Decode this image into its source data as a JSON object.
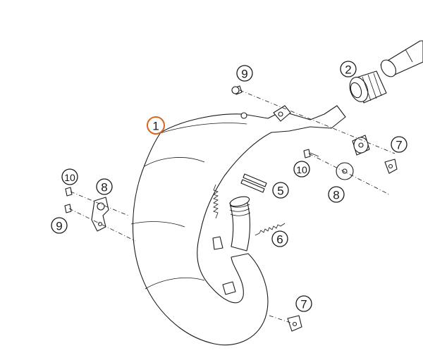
{
  "colors": {
    "highlight": "#d9651f",
    "line": "#1a1a1a",
    "background": "#ffffff"
  },
  "callouts": {
    "c1": "1",
    "c2": "2",
    "c5": "5",
    "c6": "6",
    "c7a": "7",
    "c7b": "7",
    "c8a": "8",
    "c8b": "8",
    "c9a": "9",
    "c9b": "9",
    "c10a": "10",
    "c10b": "10"
  }
}
